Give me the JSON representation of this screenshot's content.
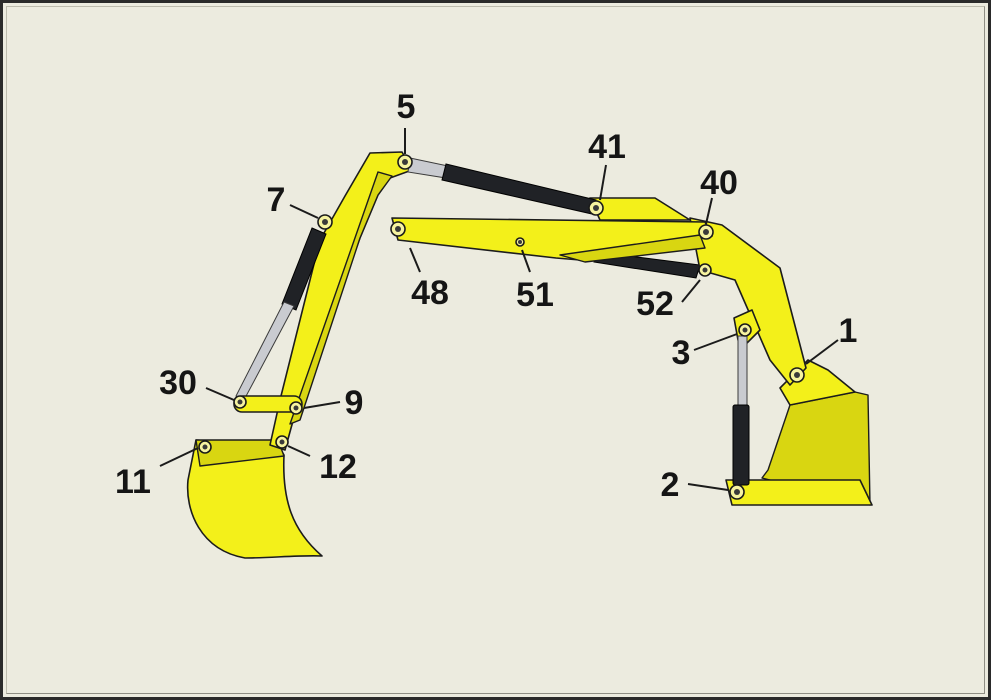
{
  "diagram": {
    "labels": {
      "l1": "1",
      "l2": "2",
      "l3": "3",
      "l5": "5",
      "l7": "7",
      "l9": "9",
      "l11": "11",
      "l12": "12",
      "l30": "30",
      "l40": "40",
      "l41": "41",
      "l48": "48",
      "l51": "51",
      "l52": "52"
    },
    "colors": {
      "steel_yellow": "#f3f01a",
      "cylinder_barrel": "#202226",
      "cylinder_rod": "#c9cbd0",
      "background": "#ecebdf"
    }
  }
}
